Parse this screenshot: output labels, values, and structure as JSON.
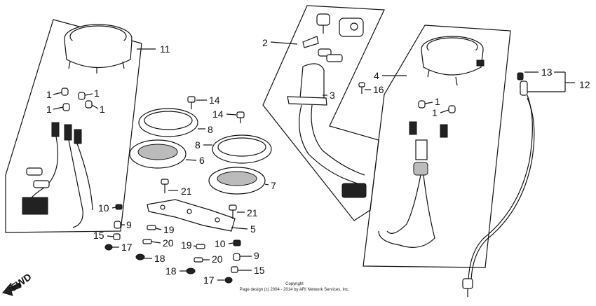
{
  "callouts": {
    "n1": "1",
    "n2": "2",
    "n3": "3",
    "n4": "4",
    "n5": "5",
    "n6": "6",
    "n7": "7",
    "n8": "8",
    "n9": "9",
    "n10": "10",
    "n11": "11",
    "n12": "12",
    "n13": "13",
    "n14": "14",
    "n15": "15",
    "n16": "16",
    "n17": "17",
    "n18": "18",
    "n19": "19",
    "n20": "20",
    "n21": "21"
  },
  "fwd": "FWD",
  "copyright": {
    "line1": "Copyright",
    "line2": "Page design (c) 2004 - 2014 by ARI Network Services, Inc."
  }
}
